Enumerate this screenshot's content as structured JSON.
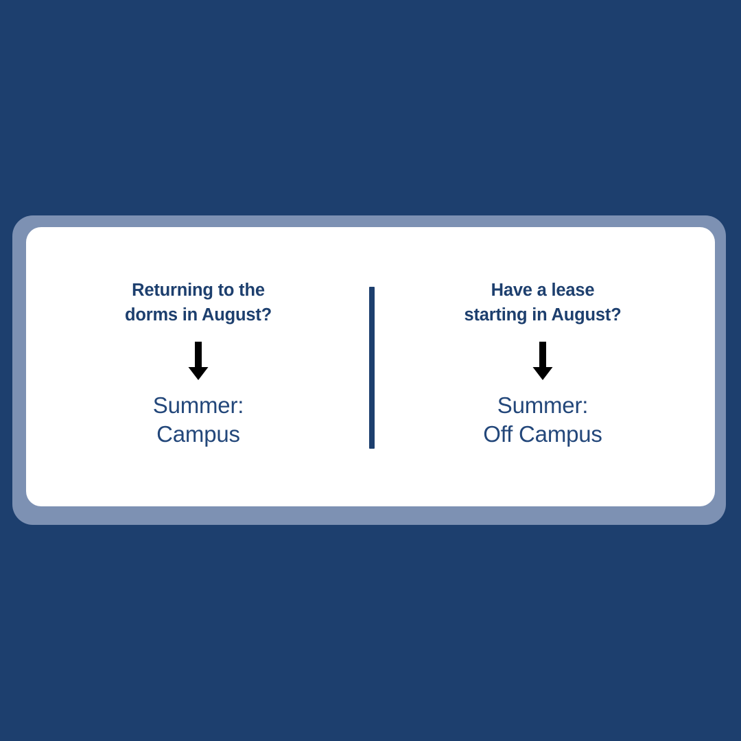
{
  "colors": {
    "background": "#1d3f6e",
    "frame": "#7d91b3",
    "card": "#ffffff",
    "heading_text": "#1d3f6e",
    "body_text": "#23477a",
    "divider": "#1d3f6e",
    "arrow": "#000000"
  },
  "card": {
    "panels": [
      {
        "id": "dorms",
        "heading": "Returning to the\ndorms in August?",
        "arrow_icon": "down-arrow-icon",
        "result": "Summer:\nCampus"
      },
      {
        "id": "lease",
        "heading": "Have a lease\nstarting in August?",
        "arrow_icon": "down-arrow-icon",
        "result": "Summer:\nOff Campus"
      }
    ],
    "divider": "vertical-divider"
  }
}
